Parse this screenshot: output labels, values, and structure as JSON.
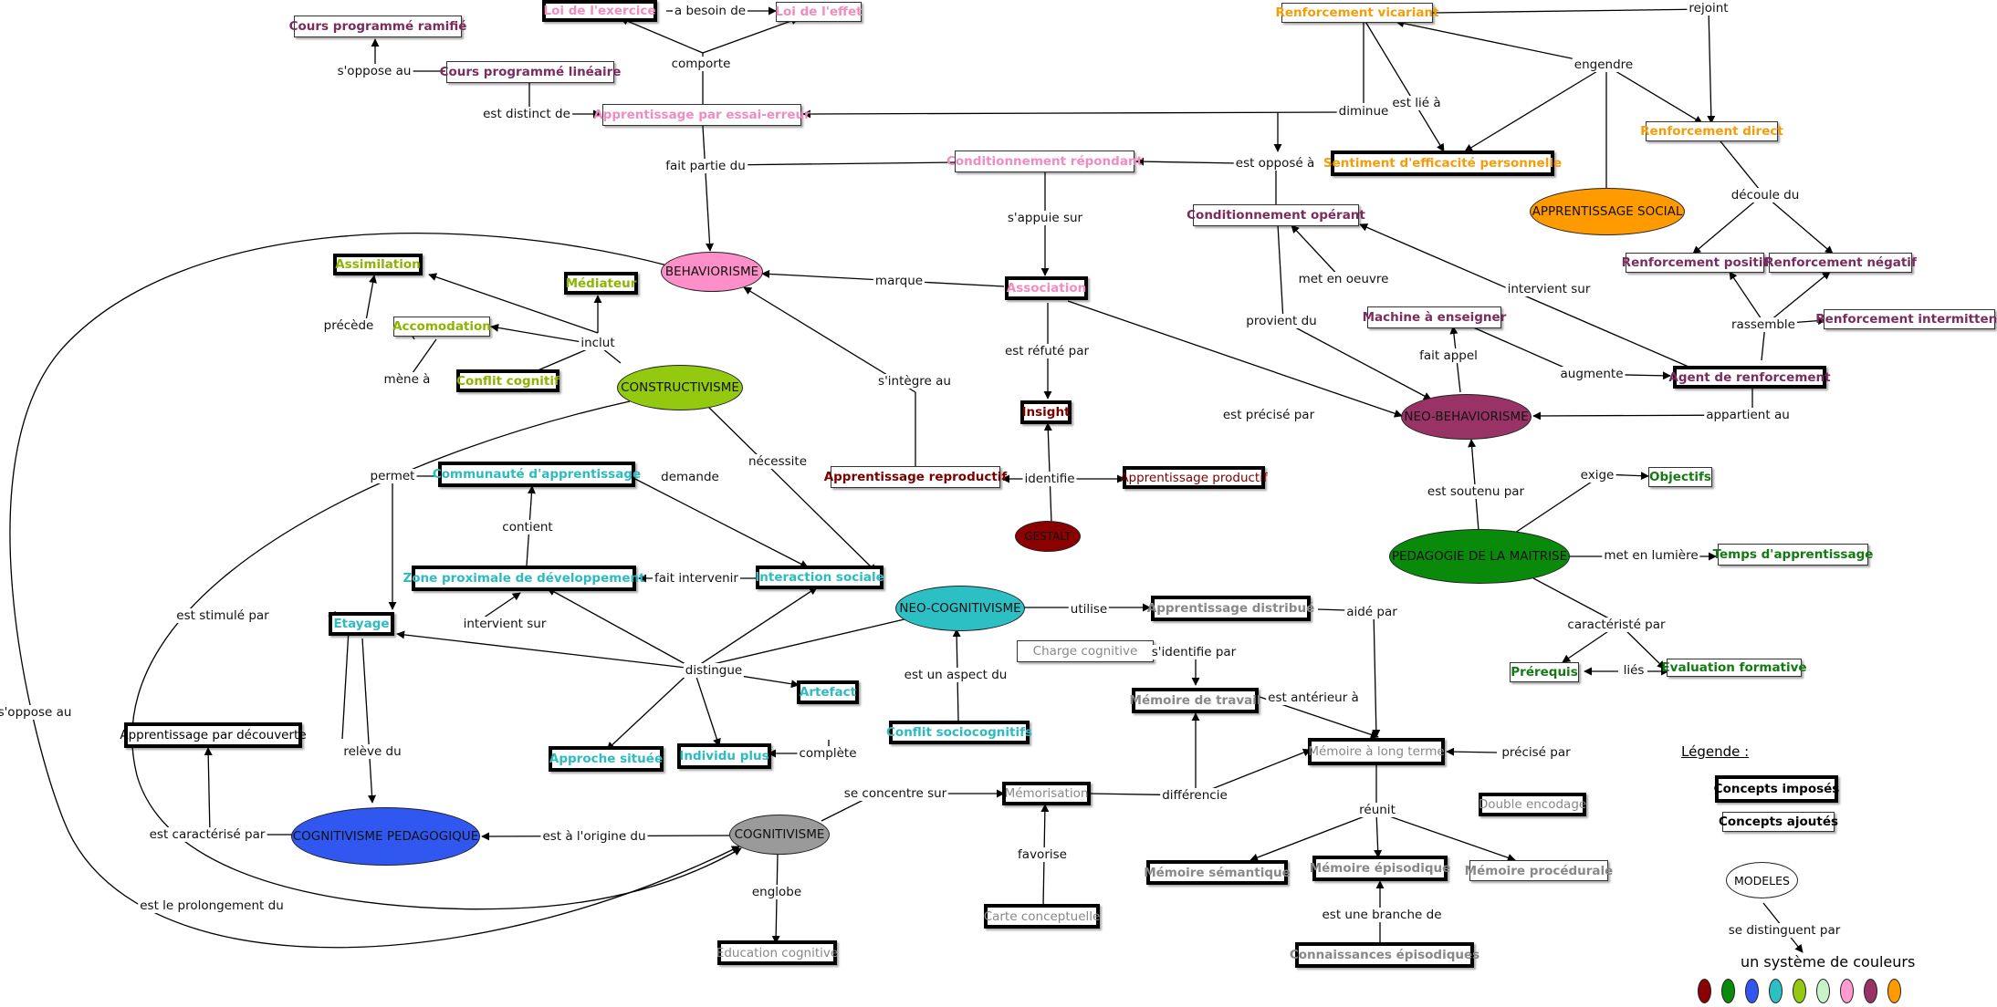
{
  "colors": {
    "pink": "#f08cc0",
    "plum": "#7b2c5e",
    "orange": "#f59c0a",
    "lime": "#8cb400",
    "teal": "#2cbcc0",
    "green": "#137a13",
    "gray": "#888888",
    "dark_red": "#7a0000",
    "behaviorisme_fill": "#ff8fc8",
    "constructivisme_fill": "#93c90f",
    "neo_cog_fill": "#2cc0c4",
    "cognitivisme_fill": "#9a9a9a",
    "cog_pedago_fill": "#3058f0",
    "neo_behav_fill": "#993366",
    "app_social_fill": "#ff9a00",
    "gestalt_fill": "#8b0000",
    "pedagogie_fill": "#0a8a0a"
  },
  "nodes": {
    "cours_ramifie": "Cours programmé ramifié",
    "cours_lineaire": "Cours programmé linéaire",
    "loi_exercice": "Loi de l'exercice",
    "loi_effet": "Loi de l'effet",
    "essai_erreur": "Apprentissage par essai-erreur",
    "cond_repondant": "Conditionnement répondant",
    "renf_vicariant": "Renforcement vicariant",
    "sentiment_eff": "Sentiment d'efficacité personnelle",
    "renf_direct": "Renforcement direct",
    "app_social": "APPRENTISSAGE SOCIAL",
    "cond_operant": "Conditionnement opérant",
    "renf_positif": "Renforcement positif",
    "renf_negatif": "Renforcement négatif",
    "renf_intermittent": "Renforcement intermittent",
    "machine": "Machine à enseigner",
    "agent_renf": "Agent de renforcement",
    "neo_behav": "NEO-BEHAVIORISME",
    "behaviorisme": "BEHAVIORISME",
    "association": "Association",
    "insight": "Insight",
    "app_reproductif": "Apprentissage reproductif",
    "app_productif": "Apprentissage productif",
    "gestalt": "GESTALT",
    "assimilation": "Assimilation",
    "mediateur": "Médiateur",
    "accomodation": "Accomodation",
    "conflit_cog": "Conflit cognitif",
    "constructivisme": "CONSTRUCTIVISME",
    "communaute": "Communauté d'apprentissage",
    "zpd": "Zone proximale de développement",
    "interaction_soc": "Interaction sociale",
    "etayage": "Etayage",
    "neo_cog": "NEO-COGNITIVISME",
    "app_distribue": "Apprentissage distribué",
    "charge_cog": "Charge cognitive",
    "memoire_travail": "Mémoire de travail",
    "artefact": "Artefact",
    "conflit_socio": "Conflit sociocognitifs",
    "app_decouverte": "Apprentissage par découverte",
    "approche_situee": "Approche située",
    "individu_plus": "Individu plus",
    "memorisation": "Mémorisation",
    "memoire_lt": "Mémoire à long terme",
    "double_encodage": "Double encodage",
    "cog_pedago": "COGNITIVISME PEDAGOGIQUE",
    "cognitivisme": "COGNITIVISME",
    "mem_semantique": "Mémoire sémantique",
    "mem_episodique": "Mémoire épisodique",
    "mem_procedurale": "Mémoire procédurale",
    "carte_concept": "Carte conceptuelle",
    "connaissances_ep": "Connaissances épisodiques",
    "education_cog": "Education cognitive",
    "pedagogie_maitrise": "PEDAGOGIE DE LA MAITRISE",
    "objectifs": "Objectifs",
    "temps_app": "Temps d'apprentissage",
    "prerequis": "Prérequis",
    "eval_formative": "Evaluation formative"
  },
  "links": {
    "s_oppose_au_1": "s'oppose au",
    "est_distinct_de": "est distinct de",
    "a_besoin_de": "a besoin de",
    "comporte": "comporte",
    "fait_partie_du": "fait partie du",
    "rejoint": "rejoint",
    "engendre": "engendre",
    "est_lie_a": "est lié à",
    "diminue": "diminue",
    "est_oppose_a": "est opposé à",
    "s_appuie_sur": "s'appuie sur",
    "decoule_du": "découle du",
    "marque": "marque",
    "est_refute_par": "est réfuté par",
    "met_en_oeuvre": "met en oeuvre",
    "intervient_sur_1": "intervient sur",
    "provient_du": "provient du",
    "fait_appel": "fait appel",
    "rassemble": "rassemble",
    "augmente": "augmente",
    "precede": "précède",
    "inclut": "inclut",
    "mene_a": "mène à",
    "s_integre_au": "s'intègre au",
    "est_precise_par": "est précisé par",
    "appartient_au": "appartient au",
    "permet": "permet",
    "demande": "demande",
    "necessite": "nécessite",
    "identifie": "identifie",
    "est_soutenu_par": "est soutenu par",
    "exige": "exige",
    "contient": "contient",
    "fait_intervenir": "fait intervenir",
    "met_en_lumiere": "met en lumière",
    "est_stimule_par": "est stimulé par",
    "intervient_sur_2": "intervient sur",
    "utilise": "utilise",
    "aide_par": "aidé par",
    "caracterise_par": "caractéristé par",
    "distingue": "distingue",
    "s_identifie_par": "s'identifie par",
    "liés": "liés",
    "est_un_aspect_du": "est un aspect du",
    "est_anterieur_a": "est antérieur à",
    "s_oppose_au_2": "s'oppose au",
    "releve_du": "relève du",
    "complete": "complète",
    "precise_par": "précisé par",
    "se_concentre_sur": "se concentre sur",
    "differencie": "différencie",
    "est_caracterise_par": "est caractérisé par",
    "est_a_l_origine_du": "est à l'origine du",
    "reunit": "réunit",
    "favorise": "favorise",
    "englobe": "englobe",
    "est_le_prolongement_du": "est le prolongement du",
    "est_une_branche_de": "est une branche de"
  },
  "legend": {
    "title": "Légende :",
    "concepts_imposes": "Concepts imposés",
    "concepts_ajoutes": "Concepts ajoutés",
    "modeles": "MODELES",
    "se_distinguent_par": "se distinguent par",
    "systeme_couleurs": "un système de couleurs",
    "swatches": [
      "#8b0000",
      "#0a8a0a",
      "#3058f0",
      "#2cc0c4",
      "#93c90f",
      "#c8f5c8",
      "#ff9ccf",
      "#993366",
      "#ff9a00"
    ]
  }
}
